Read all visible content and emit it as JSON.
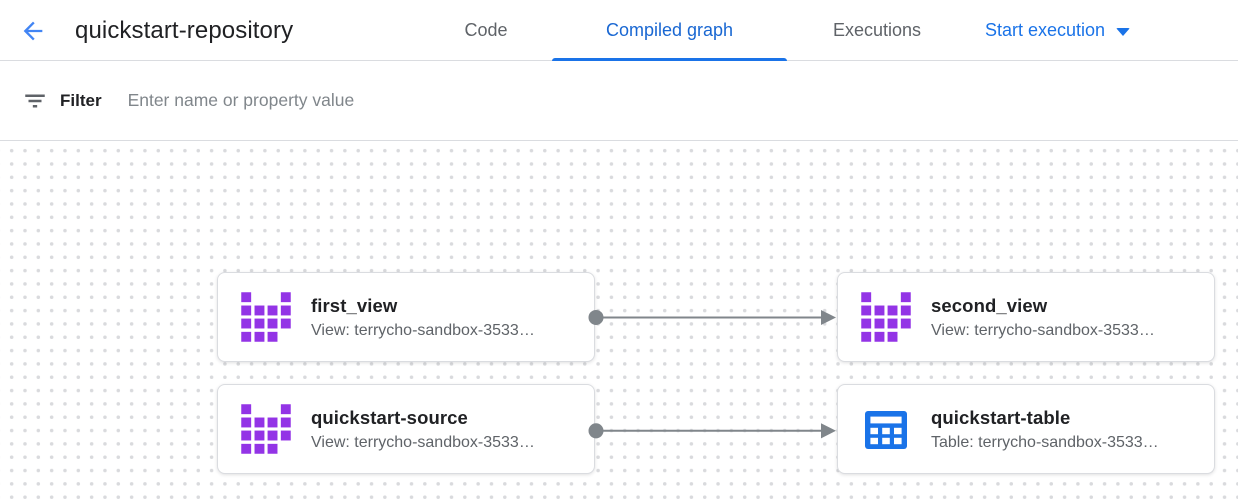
{
  "header": {
    "title": "quickstart-repository",
    "back_icon": "arrow-back",
    "tabs": [
      {
        "label": "Code",
        "active": false
      },
      {
        "label": "Compiled graph",
        "active": true
      },
      {
        "label": "Executions",
        "active": false
      }
    ],
    "start_execution_label": "Start execution",
    "start_execution_icon": "caret-down"
  },
  "filter_bar": {
    "icon": "filter-list",
    "label": "Filter",
    "placeholder": "Enter name or property value"
  },
  "graph": {
    "nodes": [
      {
        "id": "first_view",
        "title": "first_view",
        "subtitle": "View: terrycho-sandbox-3533…",
        "icon": "view-icon",
        "icon_color": "#9334e6"
      },
      {
        "id": "second_view",
        "title": "second_view",
        "subtitle": "View: terrycho-sandbox-3533…",
        "icon": "view-icon",
        "icon_color": "#9334e6"
      },
      {
        "id": "quickstart-source",
        "title": "quickstart-source",
        "subtitle": "View: terrycho-sandbox-3533…",
        "icon": "view-icon",
        "icon_color": "#9334e6"
      },
      {
        "id": "quickstart-table",
        "title": "quickstart-table",
        "subtitle": "Table: terrycho-sandbox-3533…",
        "icon": "table-icon",
        "icon_color": "#1a73e8"
      }
    ],
    "edges": [
      {
        "from": "first_view",
        "to": "second_view"
      },
      {
        "from": "quickstart-source",
        "to": "quickstart-table"
      }
    ]
  },
  "colors": {
    "accent_blue": "#1a73e8",
    "active_tab_blue": "#1967d2",
    "back_arrow_blue": "#4285f4",
    "view_purple": "#9334e6",
    "table_blue": "#1a73e8",
    "text_dark": "#202124",
    "text_gray": "#5f6368",
    "placeholder_gray": "#80868b",
    "border_gray": "#dadce0",
    "edge_gray": "#80868b",
    "dot_grid_gray": "#d9dadd"
  }
}
